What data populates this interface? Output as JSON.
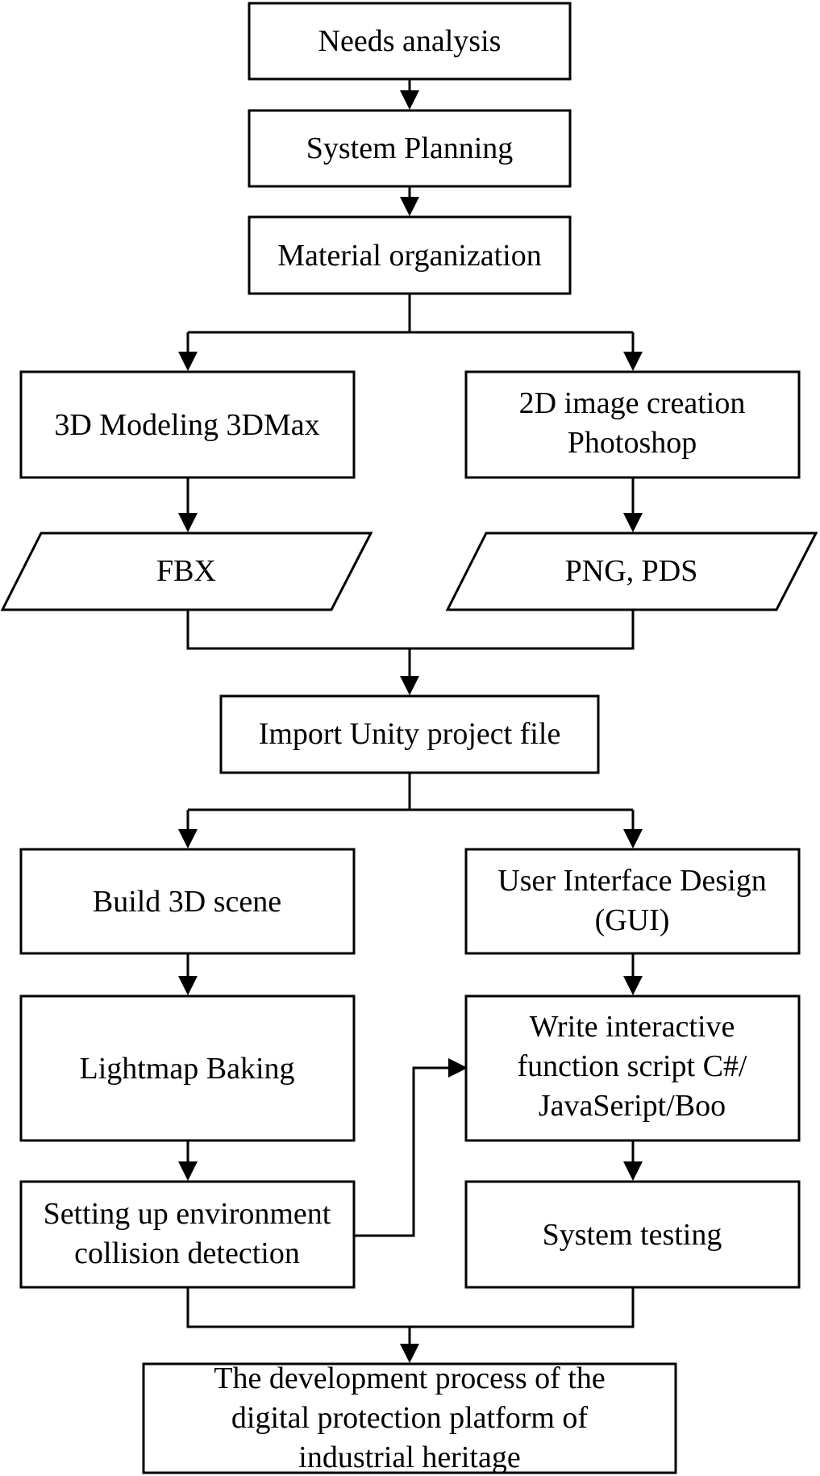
{
  "diagram": {
    "nodes": {
      "needs": [
        "Needs analysis"
      ],
      "planning": [
        "System Planning"
      ],
      "material": [
        "Material organization"
      ],
      "modeling": [
        "3D Modeling 3DMax"
      ],
      "image2d": [
        "2D image creation",
        "Photoshop"
      ],
      "fbx": [
        "FBX"
      ],
      "png": [
        "PNG, PDS"
      ],
      "import": [
        "Import Unity project file"
      ],
      "scene": [
        "Build 3D scene"
      ],
      "gui": [
        "User Interface Design",
        "(GUI)"
      ],
      "lightmap": [
        "Lightmap Baking"
      ],
      "script": [
        "Write interactive",
        "function script C#/",
        "JavaSeript/Boo"
      ],
      "collision": [
        "Setting up environment",
        "collision detection"
      ],
      "testing": [
        "System testing"
      ],
      "final": [
        "The development process of the",
        "digital protection platform of",
        "industrial heritage"
      ]
    }
  }
}
